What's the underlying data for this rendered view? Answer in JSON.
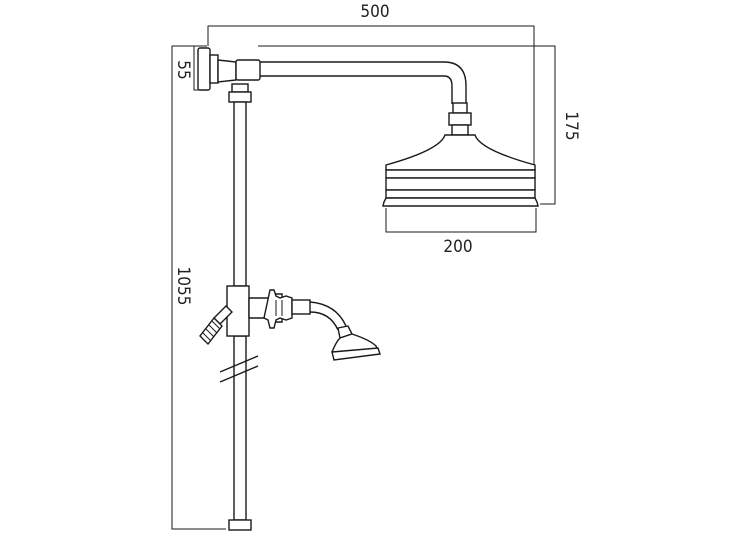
{
  "dimensions": {
    "overall_width": "500",
    "wall_offset": "55",
    "head_height": "175",
    "head_diameter": "200",
    "riser_height": "1055"
  },
  "colors": {
    "line": "#1a1a1a",
    "background": "#ffffff"
  }
}
